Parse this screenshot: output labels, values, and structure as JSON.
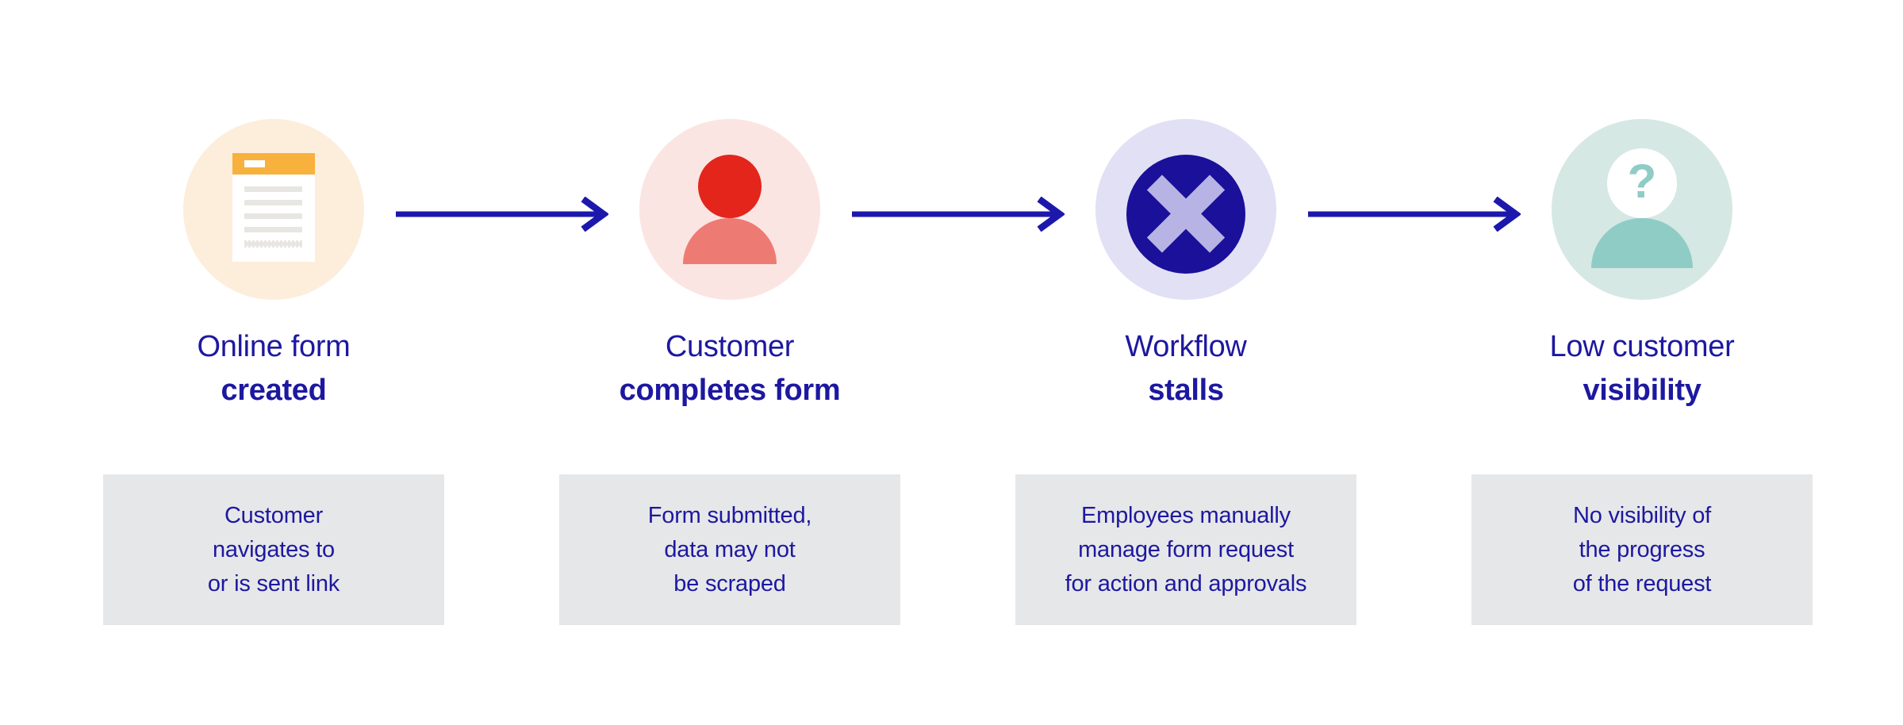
{
  "colors": {
    "navy_text": "#1d18a0",
    "arrow_color": "#1d18ac",
    "peach_bg": "#FCEEDB",
    "orange": "#F8B13C",
    "doc_line": "#E8E6E3",
    "pink_bg": "#FBE5E2",
    "red": "#E3251C",
    "salmon": "#EE7B73",
    "lavender_bg": "#E2E0F4",
    "navy_circle": "#1A1099",
    "x_color": "#B7B3E4",
    "teal_bg": "#D6E8E4",
    "teal": "#8FCCC5",
    "box_bg": "#E6E7E8"
  },
  "question_mark": "?",
  "steps": [
    {
      "icon": "form-icon",
      "title_regular": "Online form",
      "title_bold": "created",
      "desc_line1": "Customer",
      "desc_line2": "navigates to",
      "desc_line3": "or is sent link"
    },
    {
      "icon": "person-icon",
      "title_regular": "Customer",
      "title_bold": "completes form",
      "desc_line1": "Form submitted,",
      "desc_line2": "data may not",
      "desc_line3": "be scraped"
    },
    {
      "icon": "x-circle-icon",
      "title_regular": "Workflow",
      "title_bold": "stalls",
      "desc_line1": "Employees manually",
      "desc_line2": "manage form request",
      "desc_line3": "for action and approvals"
    },
    {
      "icon": "question-person-icon",
      "title_regular": "Low customer",
      "title_bold": "visibility",
      "desc_line1": "No visibility of",
      "desc_line2": "the progress",
      "desc_line3": "of the request"
    }
  ]
}
